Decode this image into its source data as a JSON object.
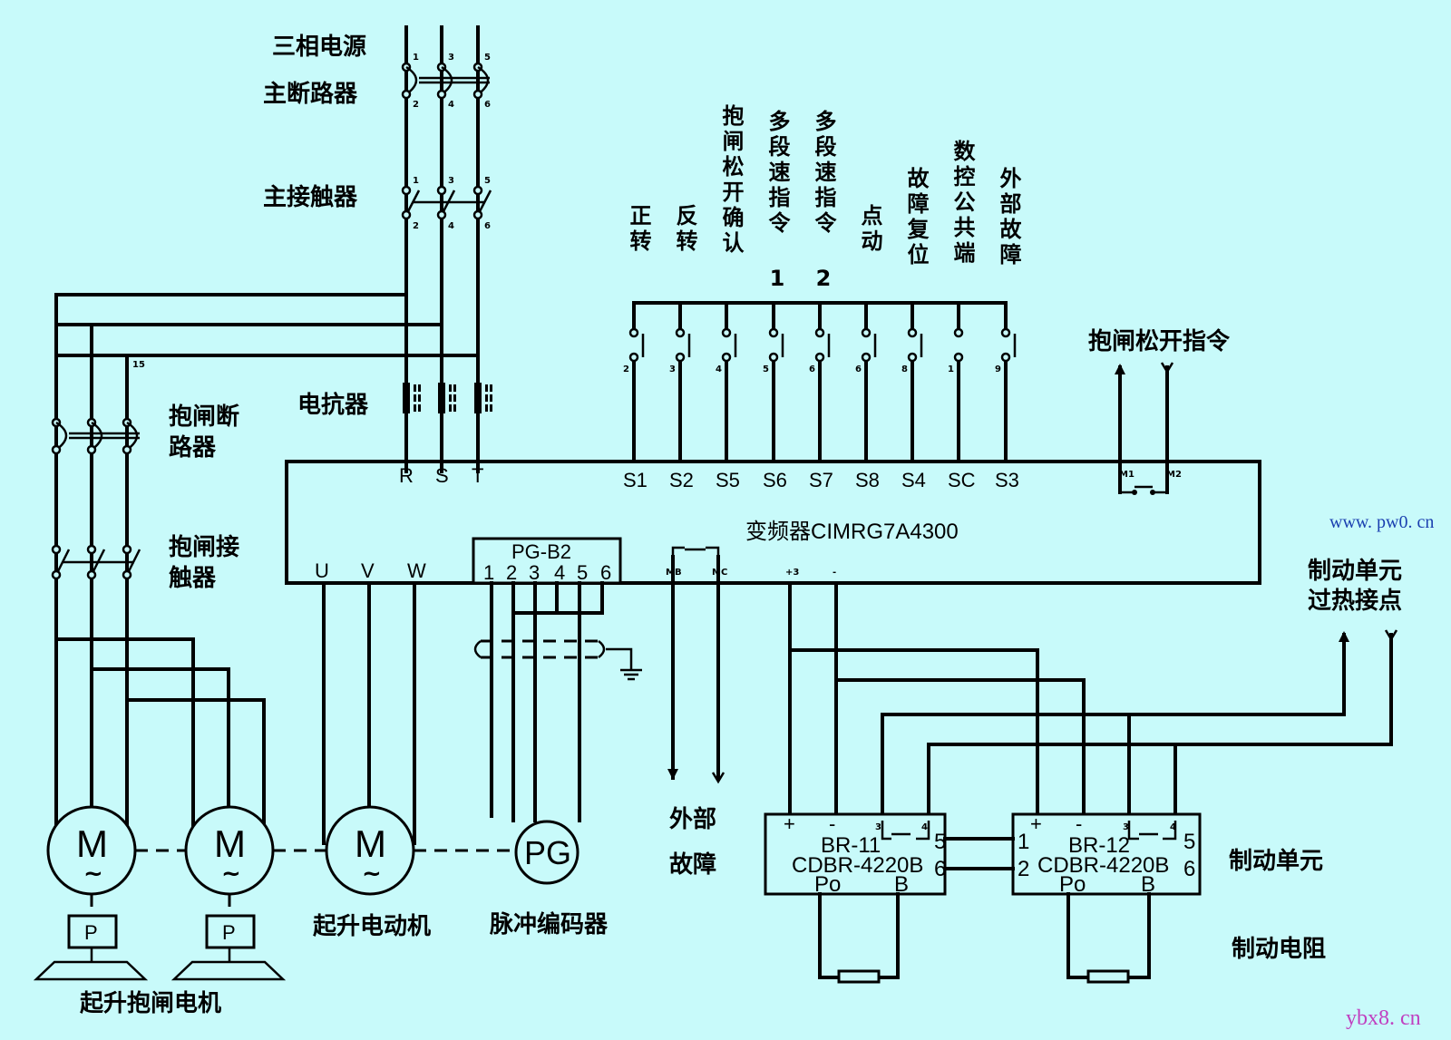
{
  "labels": {
    "three_phase_power": "三相电源",
    "main_breaker": "主断路器",
    "main_contactor": "主接触器",
    "reactor": "电抗器",
    "brake_breaker_1": "抱闸断",
    "brake_breaker_2": "路器",
    "brake_contactor_1": "抱闸接",
    "brake_contactor_2": "触器",
    "brake_release_command": "抱闸松开指令",
    "braking_overheat_1": "制动单元",
    "braking_overheat_2": "过热接点",
    "braking_unit": "制动单元",
    "braking_resistor": "制动电阻",
    "external_fault_1": "外部",
    "external_fault_2": "故障",
    "hoist_motor": "起升电动机",
    "pulse_encoder": "脉冲编码器",
    "hoist_brake_motor": "起升抱闸电机"
  },
  "inputs": [
    {
      "label": "正转",
      "terminal": "S1",
      "num": "2"
    },
    {
      "label": "反转",
      "terminal": "S2",
      "num": "3"
    },
    {
      "label": "抱闸松开确认",
      "terminal": "S5",
      "num": "4"
    },
    {
      "label": "多段速指令 1",
      "terminal": "S6",
      "num": "5"
    },
    {
      "label": "多段速指令 2",
      "terminal": "S7",
      "num": "6"
    },
    {
      "label": "点动",
      "terminal": "S8",
      "num": "6"
    },
    {
      "label": "故障复位",
      "terminal": "S4",
      "num": "8"
    },
    {
      "label": "数控公共端",
      "terminal": "SC",
      "num": "1"
    },
    {
      "label": "外部故障",
      "terminal": "S3",
      "num": "9"
    }
  ],
  "inverter": {
    "name": "变频器CIMRG7A4300",
    "input_terminals": [
      "R",
      "S",
      "T"
    ],
    "output_terminals": [
      "U",
      "V",
      "W"
    ],
    "fault_terminals": [
      "MB",
      "MC"
    ],
    "dc_terminals": [
      "+3",
      "-"
    ],
    "relay_terminals": [
      "M1",
      "M2"
    ]
  },
  "pg_card": {
    "name": "PG-B2",
    "pins": [
      "1",
      "2",
      "3",
      "4",
      "5",
      "6"
    ]
  },
  "pole_numbers": {
    "top": [
      "1",
      "3",
      "5"
    ],
    "bottom": [
      "2",
      "4",
      "6"
    ],
    "brake_feed": "15"
  },
  "motors": {
    "motor_symbol": "M",
    "ac_symbol": "~",
    "brake_symbol": "P",
    "encoder_symbol": "PG"
  },
  "braking_units": [
    {
      "name": "BR-11",
      "model": "CDBR-4220B",
      "plus": "+",
      "minus": "-",
      "pin3": "3",
      "pin4": "4",
      "pin5": "5",
      "pin6": "6",
      "po": "Po",
      "b": "B"
    },
    {
      "name": "BR-12",
      "model": "CDBR-4220B",
      "plus": "+",
      "minus": "-",
      "pin3": "3",
      "pin4": "4",
      "pin1": "1",
      "pin2": "2",
      "pin5": "5",
      "pin6": "6",
      "po": "Po",
      "b": "B"
    }
  ],
  "watermarks": {
    "top": "www. pw0. cn",
    "bottom": "ybx8. cn"
  },
  "colors": {
    "background": "#c8fafa",
    "line": "#000000",
    "watermark_top": "#1a3fb0",
    "watermark_bottom": "#c040c0"
  }
}
